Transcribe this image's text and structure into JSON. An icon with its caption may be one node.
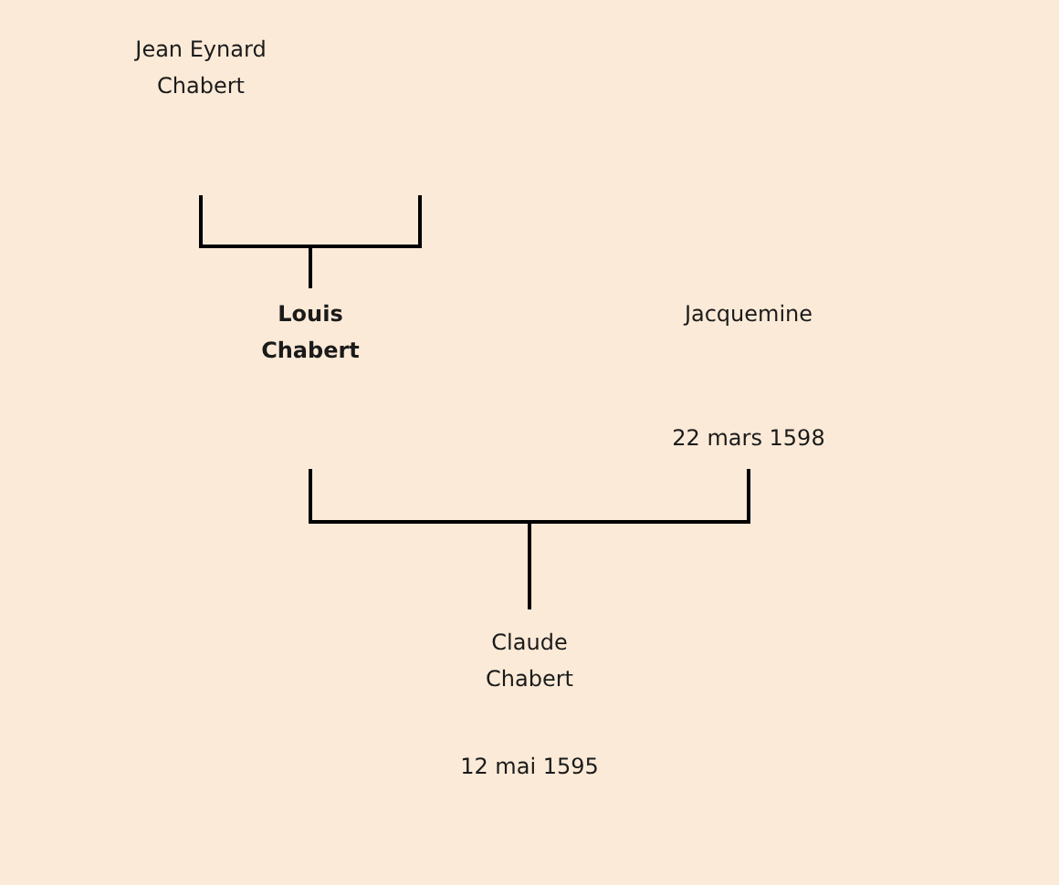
{
  "diagram": {
    "nodes": [
      {
        "text": [
          "Jean Eynard Chabert"
        ]
      },
      {
        "text": [
          "Louis Chabert"
        ]
      },
      {
        "text": [
          "Jacquemine"
        ],
        "beside": [
          "22 mars 1598"
        ]
      },
      {
        "text": [
          "Claude Chabert"
        ],
        "beside": [
          "12 mai 1595"
        ]
      }
    ],
    "edges": [
      {
        "from": 0,
        "to": 1,
        "arrow": "none"
      },
      {
        "from": null,
        "to": 1,
        "arrow": "none"
      },
      {
        "from": 1,
        "to": 3,
        "arrow": "none"
      },
      {
        "from": 2,
        "to": 3,
        "arrow": "none"
      }
    ]
  }
}
